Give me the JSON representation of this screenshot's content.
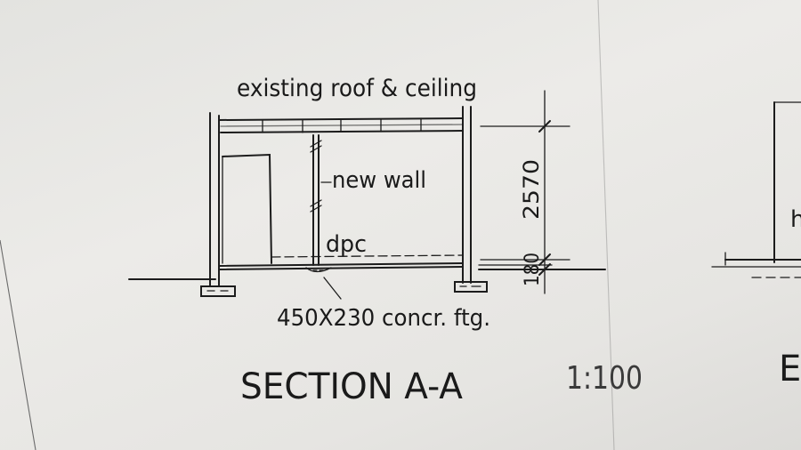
{
  "labels": {
    "roof": "existing roof & ceiling",
    "wall": "new wall",
    "dpc": "dpc",
    "footing": "450X230 concr. ftg.",
    "dim_height": "2570",
    "dim_base": "180"
  },
  "title": {
    "text": "SECTION A-A",
    "scale": "1:100"
  },
  "partial_right": {
    "heading_fragment": "E",
    "label_fragment": "h"
  }
}
